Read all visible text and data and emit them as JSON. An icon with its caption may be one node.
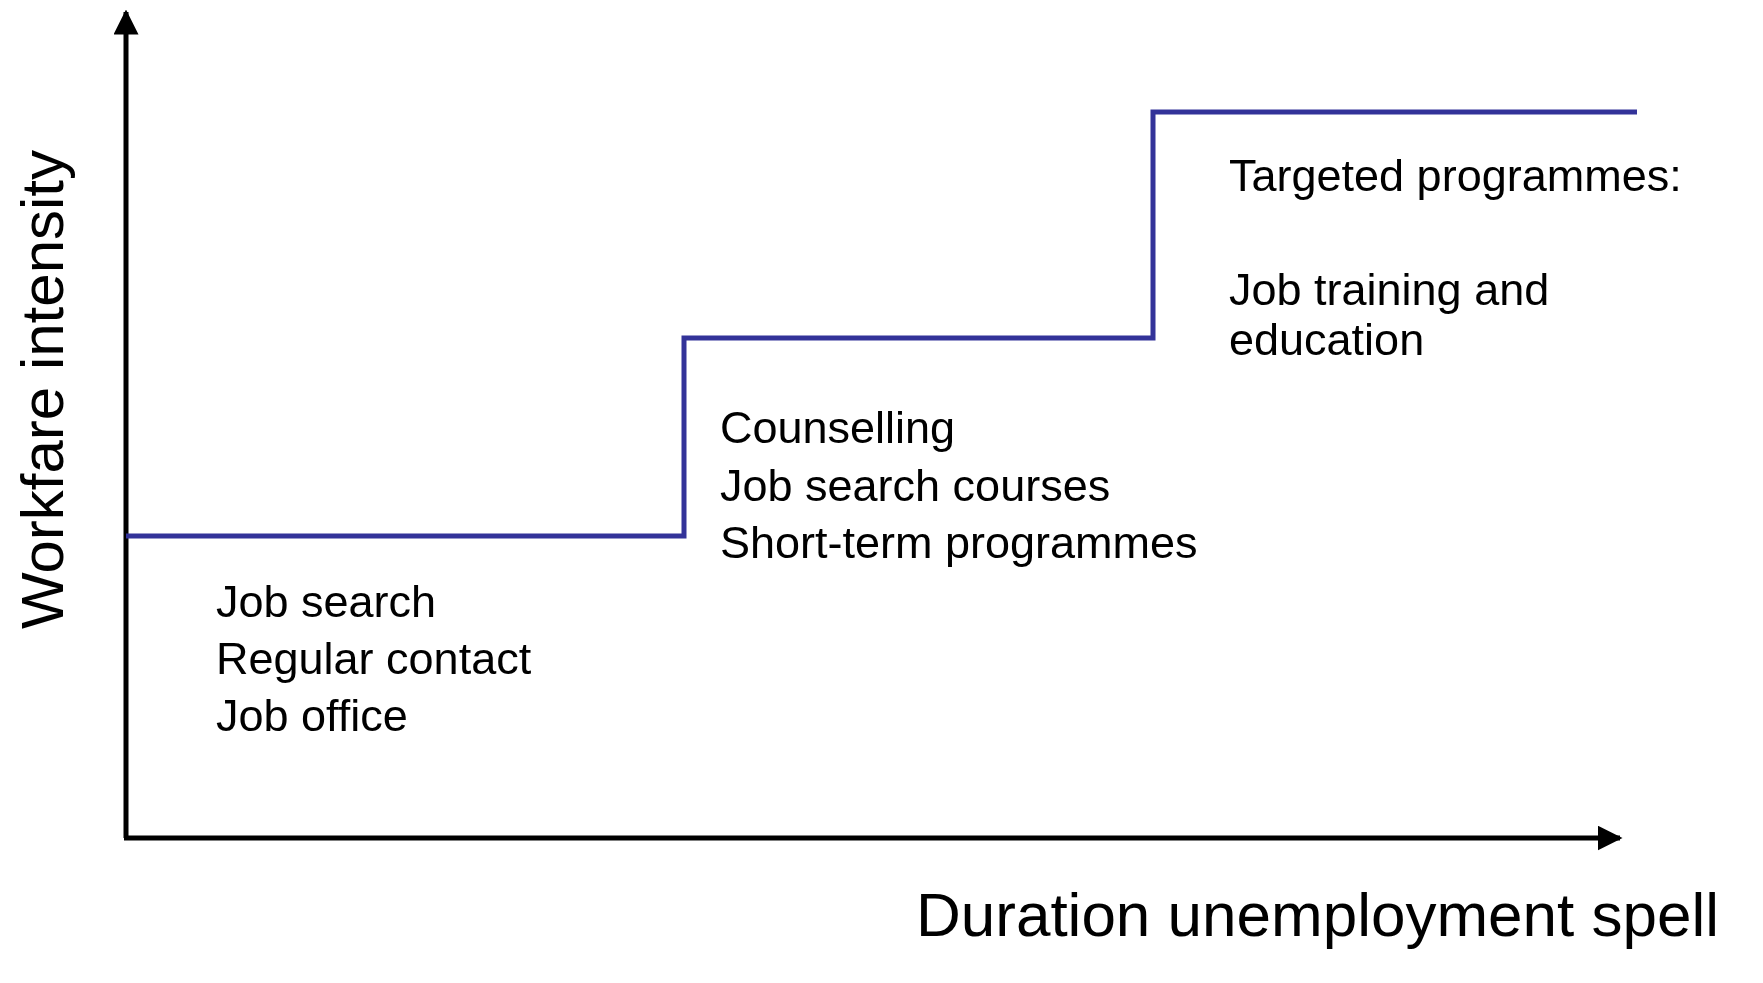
{
  "diagram": {
    "labels": [
      "Workfare intensity",
      "Targeted programmes:",
      "Job training and education",
      "Counselling",
      "Job search courses",
      "Short-term programmes",
      "Job search",
      "Regular contact",
      "Job office",
      "Duration unemployment spell"
    ]
  }
}
